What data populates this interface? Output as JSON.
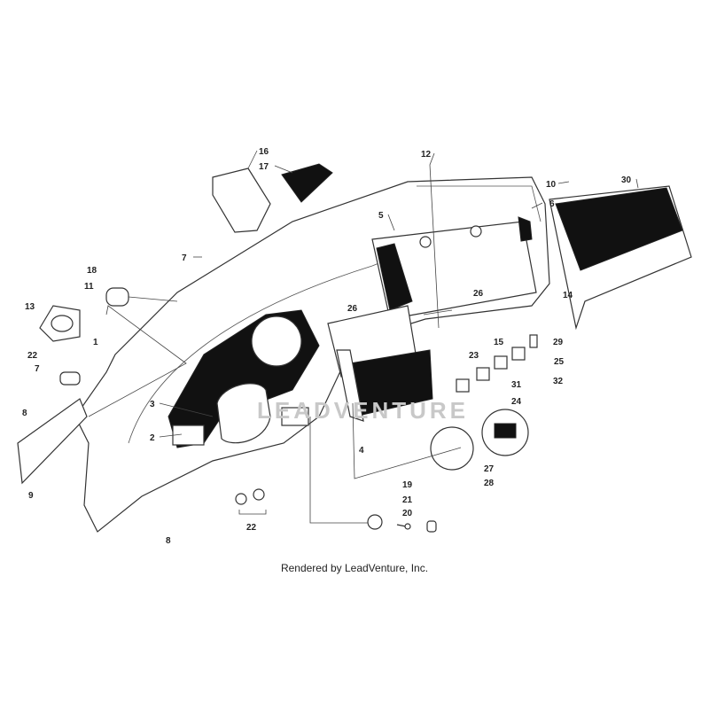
{
  "diagram": {
    "caption": "Rendered by LeadVenture, Inc.",
    "watermark": "LEADVENTURE",
    "callouts": [
      "16",
      "17",
      "12",
      "10",
      "30",
      "6",
      "5",
      "7",
      "18",
      "11",
      "13",
      "26",
      "26",
      "14",
      "1",
      "15",
      "29",
      "22",
      "7",
      "23",
      "25",
      "31",
      "32",
      "24",
      "3",
      "8",
      "2",
      "4",
      "27",
      "28",
      "9",
      "19",
      "21",
      "20",
      "22",
      "8"
    ]
  }
}
